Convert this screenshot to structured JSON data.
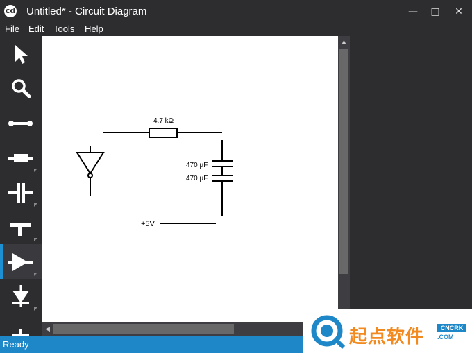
{
  "window": {
    "icon_text": "cd",
    "title": "Untitled* - Circuit Diagram",
    "minimize": "—",
    "maximize": "□",
    "close": "✕"
  },
  "menu": [
    "File",
    "Edit",
    "Tools",
    "Help"
  ],
  "toolbar": {
    "tools": [
      {
        "name": "select-pointer-icon"
      },
      {
        "name": "magnifier-icon"
      },
      {
        "name": "wire-icon"
      },
      {
        "name": "resistor-icon"
      },
      {
        "name": "capacitor-icon"
      },
      {
        "name": "ground-supply-icon"
      },
      {
        "name": "logic-gate-icon",
        "active": true
      },
      {
        "name": "diode-icon"
      },
      {
        "name": "switch-icon"
      }
    ]
  },
  "diagram": {
    "resistor_label": "4.7 kΩ",
    "capacitor1_label": "470 µF",
    "capacitor2_label": "470 µF",
    "supply_label": "+5V"
  },
  "status": "Ready",
  "watermark": {
    "text": "起点软件",
    "badge": "CNCRK",
    "domain": ".COM"
  },
  "colors": {
    "chrome": "#2d2d30",
    "accent": "#1e87c8",
    "watermark_orange": "#f28a1f"
  }
}
